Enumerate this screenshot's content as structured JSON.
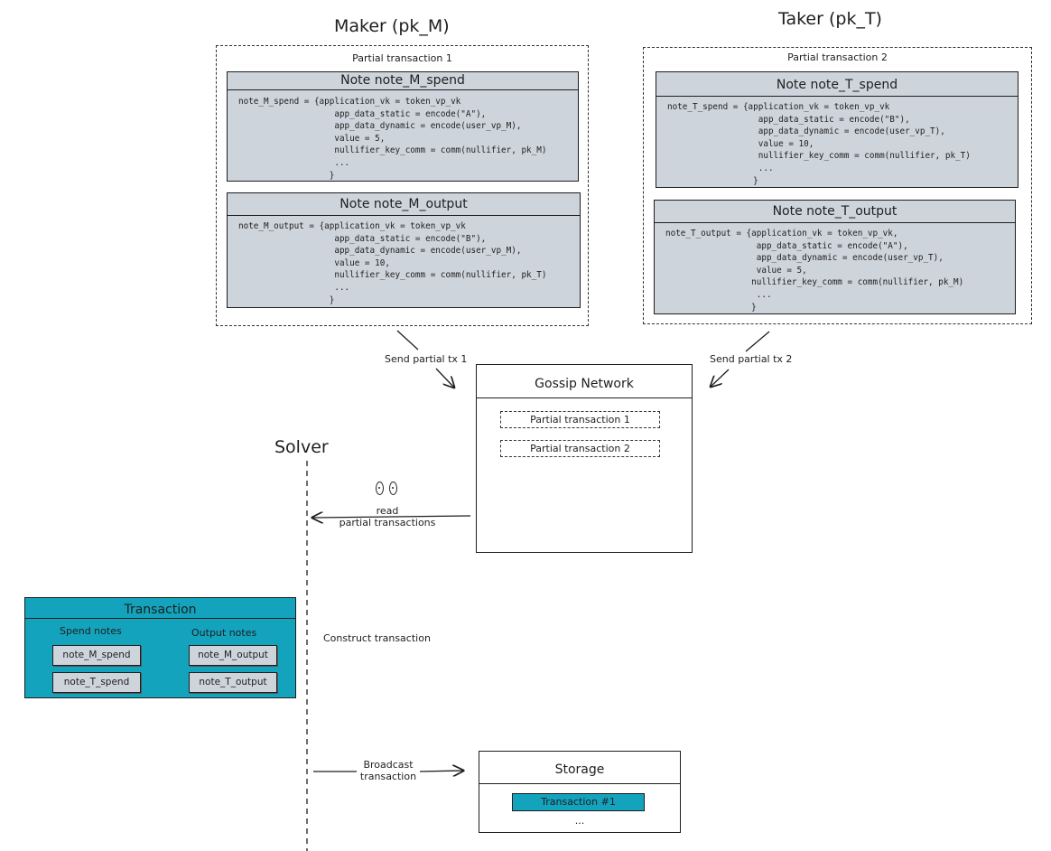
{
  "maker": {
    "title": "Maker (pk_M)",
    "partial_label": "Partial transaction 1",
    "spend": {
      "header": "Note note_M_spend",
      "code": "note_M_spend = {application_vk = token_vp_vk\n                   app_data_static = encode(\"A\"),\n                   app_data_dynamic = encode(user_vp_M),\n                   value = 5,\n                   nullifier_key_comm = comm(nullifier, pk_M)\n                   ...\n                  }"
    },
    "output": {
      "header": "Note note_M_output",
      "code": "note_M_output = {application_vk = token_vp_vk\n                   app_data_static = encode(\"B\"),\n                   app_data_dynamic = encode(user_vp_M),\n                   value = 10,\n                   nullifier_key_comm = comm(nullifier, pk_T)\n                   ...\n                  }"
    }
  },
  "taker": {
    "title": "Taker (pk_T)",
    "partial_label": "Partial transaction 2",
    "spend": {
      "header": "Note note_T_spend",
      "code": "note_T_spend = {application_vk = token_vp_vk\n                  app_data_static = encode(\"B\"),\n                  app_data_dynamic = encode(user_vp_T),\n                  value = 10,\n                  nullifier_key_comm = comm(nullifier, pk_T)\n                  ...\n                 }"
    },
    "output": {
      "header": "Note note_T_output",
      "code": "note_T_output = {application_vk = token_vp_vk,\n                  app_data_static = encode(\"A\"),\n                  app_data_dynamic = encode(user_vp_T),\n                  value = 5,\n                 nullifier_key_comm = comm(nullifier, pk_M)\n                  ...\n                 }"
    }
  },
  "edges": {
    "send1": "Send partial tx 1",
    "send2": "Send partial tx 2",
    "read": "read\npartial transactions",
    "construct": "Construct transaction",
    "broadcast": "Broadcast\ntransaction"
  },
  "gossip": {
    "title": "Gossip Network",
    "items": [
      "Partial transaction 1",
      "Partial transaction 2"
    ]
  },
  "solver": {
    "title": "Solver"
  },
  "transaction": {
    "title": "Transaction",
    "spend_header": "Spend notes",
    "output_header": "Output notes",
    "spend_notes": [
      "note_M_spend",
      "note_T_spend"
    ],
    "output_notes": [
      "note_M_output",
      "note_T_output"
    ]
  },
  "storage": {
    "title": "Storage",
    "item": "Transaction #1",
    "ellipsis": "..."
  },
  "colors": {
    "note_fill": "#ced4dc",
    "transaction_fill": "#13a3bd"
  }
}
